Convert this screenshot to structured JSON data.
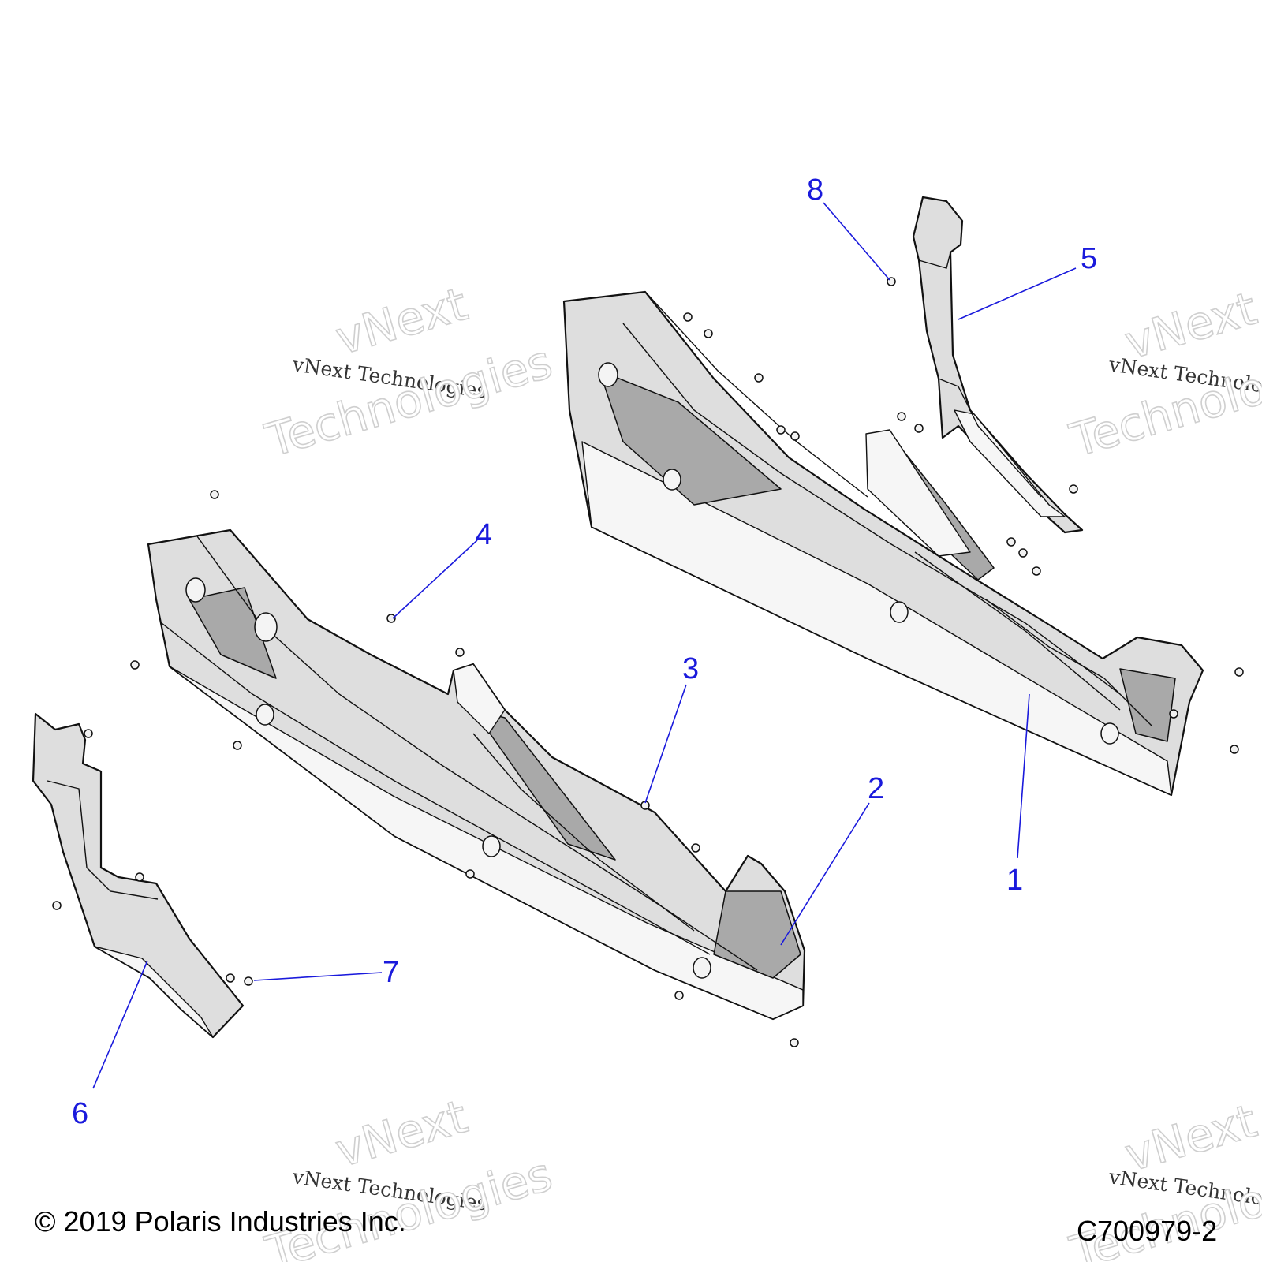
{
  "diagram": {
    "callouts": [
      "1",
      "2",
      "3",
      "4",
      "5",
      "6",
      "7",
      "8"
    ],
    "watermarks": [
      "vNext Technologies",
      "vNext",
      "Technologies",
      "vNext Technologies",
      "vNext",
      "Technologies",
      "vNext Technologies",
      "vNext",
      "Technologies",
      "vNext Technologies",
      "vNext",
      "Technologies"
    ],
    "copyright": "© 2019 Polaris Industries Inc.",
    "figure_code": "C700979-2",
    "colors": {
      "callout": "#1a1adc",
      "line": "#111111",
      "panel": "#dedede"
    }
  }
}
